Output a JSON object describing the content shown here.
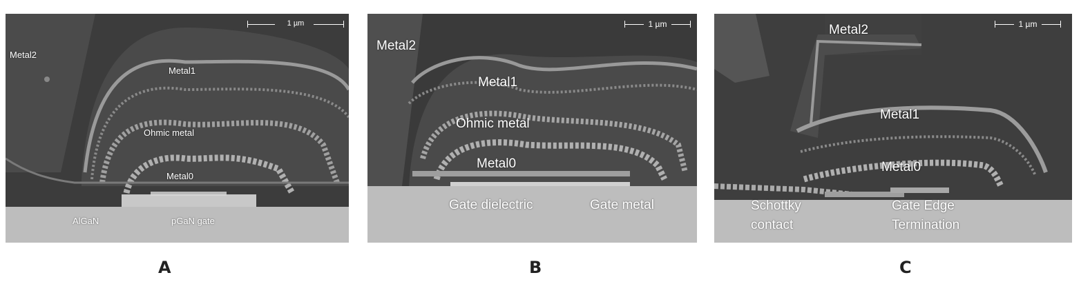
{
  "panels": [
    {
      "letter": "A",
      "scale_bar": "1 µm",
      "labels": {
        "metal2": "Metal2",
        "metal1": "Metal1",
        "ohmic": "Ohmic metal",
        "metal0": "Metal0",
        "algan": "AlGaN",
        "pgan": "pGaN gate"
      }
    },
    {
      "letter": "B",
      "scale_bar": "1 µm",
      "labels": {
        "metal2": "Metal2",
        "metal1": "Metal1",
        "ohmic": "Ohmic metal",
        "metal0": "Metal0",
        "gate_dielectric": "Gate dielectric",
        "gate_metal": "Gate metal"
      }
    },
    {
      "letter": "C",
      "scale_bar": "1 µm",
      "labels": {
        "metal2": "Metal2",
        "metal1": "Metal1",
        "metal0": "Metal0",
        "schottky_1": "Schottky",
        "schottky_2": "contact",
        "gate_edge_1": "Gate Edge",
        "gate_edge_2": "Termination"
      }
    }
  ],
  "colors": {
    "background": "#ffffff",
    "sem_dark": "#3a3a3a",
    "sem_substrate": "#bdbdbd",
    "label_text": "#ffffff",
    "caption_text": "#222222"
  }
}
